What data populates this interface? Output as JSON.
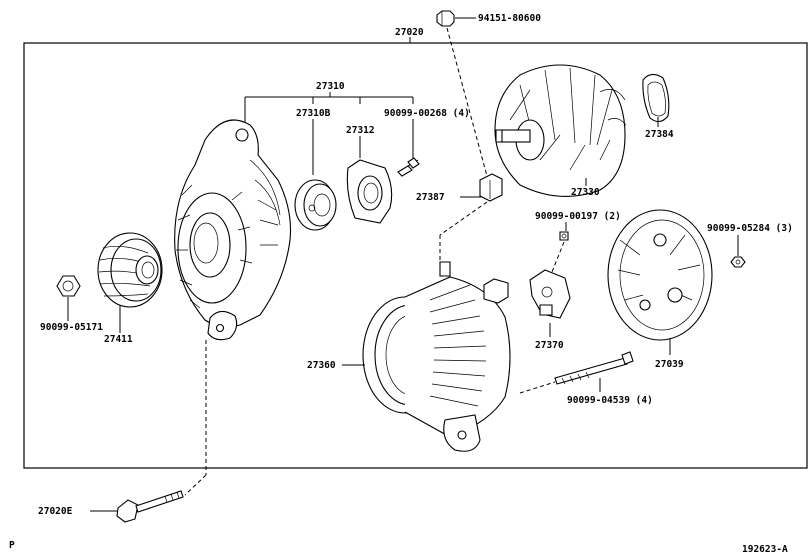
{
  "diagram": {
    "assembly_number": "27020",
    "parts": {
      "nut_top": "94151-80600",
      "rectifier_frame_group": "27310",
      "bearing_sub": "27310B",
      "retainer": "27312",
      "small_screw": "90099-00268 (4)",
      "rotor_shield": "27384",
      "rotor": "27330",
      "brush_holder_label": "27387",
      "brush_screw": "90099-00197 (2)",
      "rear_cover_nut": "90099-05284 (3)",
      "pulley_nut": "90099-05171",
      "pulley": "27411",
      "stator_frame": "27360",
      "regulator": "27370",
      "rear_cover": "27039",
      "through_bolt": "90099-04539 (4)",
      "terminal_bolt": "27020E"
    },
    "footer_left": "P",
    "footer_right": "192623-A"
  }
}
